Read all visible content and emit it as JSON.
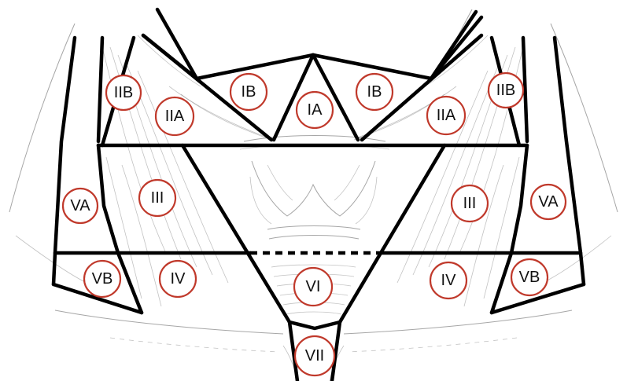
{
  "diagram": {
    "regions": [
      {
        "id": "IIB-left",
        "label": "IIB"
      },
      {
        "id": "IIA-left",
        "label": "IIA"
      },
      {
        "id": "IB-left",
        "label": "IB"
      },
      {
        "id": "IA",
        "label": "IA"
      },
      {
        "id": "IB-right",
        "label": "IB"
      },
      {
        "id": "IIA-right",
        "label": "IIA"
      },
      {
        "id": "IIB-right",
        "label": "IIB"
      },
      {
        "id": "VA-left",
        "label": "VA"
      },
      {
        "id": "III-left",
        "label": "III"
      },
      {
        "id": "III-right",
        "label": "III"
      },
      {
        "id": "VA-right",
        "label": "VA"
      },
      {
        "id": "VB-left",
        "label": "VB"
      },
      {
        "id": "IV-left",
        "label": "IV"
      },
      {
        "id": "VI",
        "label": "VI"
      },
      {
        "id": "IV-right",
        "label": "IV"
      },
      {
        "id": "VB-right",
        "label": "VB"
      },
      {
        "id": "VII",
        "label": "VII"
      }
    ],
    "colors": {
      "boundary": "#000000",
      "badge_border": "#c0392b",
      "badge_fill": "#ffffff",
      "sketch": "#8f8f8f"
    }
  }
}
